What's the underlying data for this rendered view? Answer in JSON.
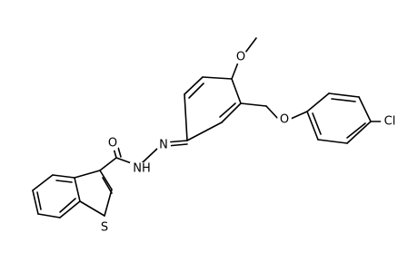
{
  "molecule": {
    "atoms": [
      {
        "id": "o_carbonyl",
        "label": "O"
      },
      {
        "id": "n_amide",
        "label": "NH"
      },
      {
        "id": "n_imine",
        "label": "N"
      },
      {
        "id": "s_thiophene",
        "label": "S"
      },
      {
        "id": "o_methoxy",
        "label": "O"
      },
      {
        "id": "o_ether",
        "label": "O"
      },
      {
        "id": "cl",
        "label": "Cl"
      }
    ]
  },
  "colors": {
    "ink": "#000000",
    "background": "#ffffff"
  }
}
